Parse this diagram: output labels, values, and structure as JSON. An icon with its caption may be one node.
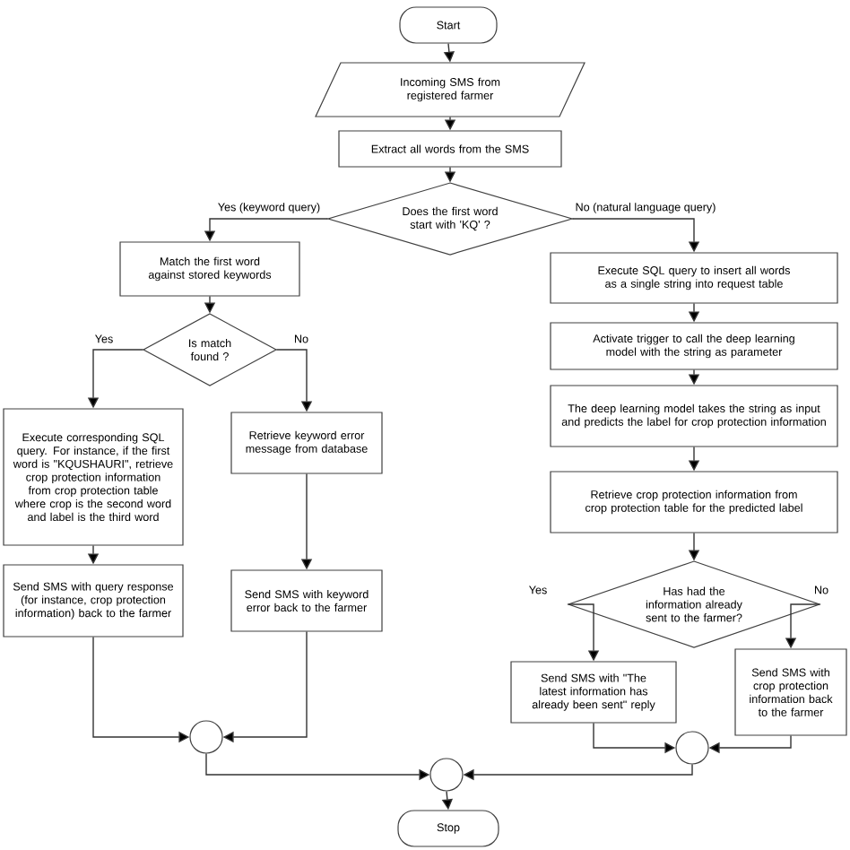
{
  "diagram": {
    "nodes": [
      {
        "text": [
          "Start"
        ]
      },
      {
        "text": [
          "Incoming SMS from registered farmer"
        ]
      },
      {
        "text": [
          "Extract all words from the SMS"
        ]
      },
      {
        "text": [
          "Does the first word start with 'KQ' ?"
        ]
      },
      {
        "text": [
          "Match the first word against stored keywords"
        ]
      },
      {
        "text": [
          "Is match found ?"
        ]
      },
      {
        "text": [
          "Execute corresponding SQL query. For instance, if the first word is \"KQUSHAURI\", retrieve crop protection information from crop protection table where crop is the second word and label is the third word"
        ]
      },
      {
        "text": [
          "Retrieve keyword error message from database"
        ]
      },
      {
        "text": [
          "Send SMS with query response (for instance, crop protection information) back to the farmer"
        ]
      },
      {
        "text": [
          "Send SMS with keyword error back to the farmer"
        ]
      },
      {
        "text": [],
        "shape": "circle"
      },
      {
        "text": [
          "Execute SQL query to insert all words as a single string into request table"
        ]
      },
      {
        "text": [
          "Activate trigger to call the deep learning model with the string as parameter"
        ]
      },
      {
        "text": [
          "The deep learning model takes the string as input and predicts the label for crop protection information"
        ]
      },
      {
        "text": [
          "Retrieve crop protection information from crop protection table for the predicted label"
        ]
      },
      {
        "text": [
          "Has had the information already sent to the farmer?"
        ]
      },
      {
        "text": [
          "Send SMS with \"The latest information has already been sent\" reply"
        ]
      },
      {
        "text": [
          "Send SMS with crop protection information back to the farmer"
        ]
      },
      {
        "text": [],
        "shape": "circle"
      },
      {
        "text": [],
        "shape": "circle"
      },
      {
        "text": [
          "Stop"
        ]
      }
    ],
    "edges": [
      {
        "from": 0,
        "to": 1,
        "arrow": "to"
      },
      {
        "from": 1,
        "to": 2,
        "arrow": "to"
      },
      {
        "from": 2,
        "to": 3,
        "arrow": "to"
      },
      {
        "from": 3,
        "to": 4,
        "arrow": "to",
        "label": "Yes (keyword query)"
      },
      {
        "from": 3,
        "to": 11,
        "arrow": "to",
        "label": "No (natural language query)"
      },
      {
        "from": 4,
        "to": 5,
        "arrow": "to"
      },
      {
        "from": 5,
        "to": 6,
        "arrow": "to",
        "label": "Yes"
      },
      {
        "from": 5,
        "to": 7,
        "arrow": "to",
        "label": "No"
      },
      {
        "from": 6,
        "to": 8,
        "arrow": "to"
      },
      {
        "from": 7,
        "to": 9,
        "arrow": "to"
      },
      {
        "from": 8,
        "to": 10,
        "arrow": "to"
      },
      {
        "from": 9,
        "to": 10,
        "arrow": "to"
      },
      {
        "from": 11,
        "to": 12,
        "arrow": "to"
      },
      {
        "from": 12,
        "to": 13,
        "arrow": "to"
      },
      {
        "from": 13,
        "to": 14,
        "arrow": "to"
      },
      {
        "from": 14,
        "to": 15,
        "arrow": "to"
      },
      {
        "from": 15,
        "to": 16,
        "arrow": "to",
        "label": "Yes"
      },
      {
        "from": 15,
        "to": 17,
        "arrow": "to",
        "label": "No"
      },
      {
        "from": 16,
        "to": 18,
        "arrow": "to"
      },
      {
        "from": 17,
        "to": 18,
        "arrow": "to"
      },
      {
        "from": 10,
        "to": 19,
        "arrow": "to"
      },
      {
        "from": 18,
        "to": 19,
        "arrow": "to"
      },
      {
        "from": 19,
        "to": 20,
        "arrow": "to"
      }
    ]
  }
}
